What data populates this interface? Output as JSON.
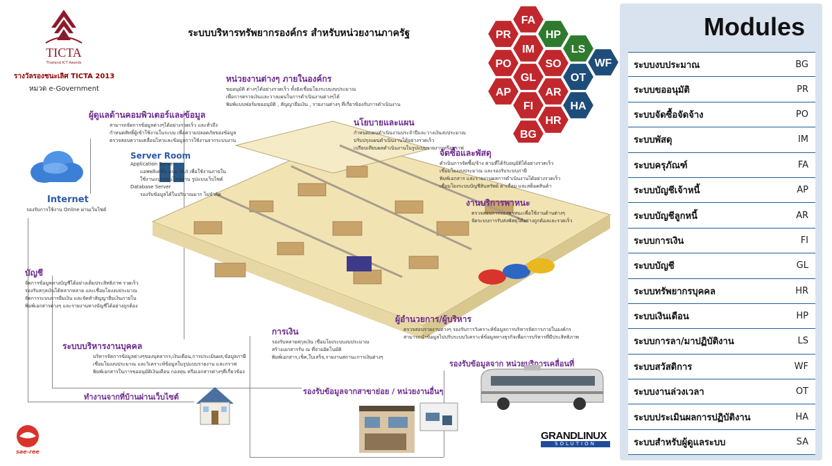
{
  "header": {
    "logo_text": "TICTA",
    "logo_sub": "Thailand ICT Awards",
    "award": "รางวัลรองชนะเลิศ TICTA 2013",
    "category": "หมวด e-Government",
    "title": "ระบบบริหารทรัพยากรองค์กร สำหรับหน่วยงานภาครัฐ"
  },
  "sections": {
    "internal_units": {
      "title": "หน่วยงานต่างๆ ภายในองค์กร",
      "lines": [
        "ขออนุมัติ ต่างๆได้อย่างรวดเร็ว ทั้งยังเชื่อมโยงระบบงบประมาณ",
        "เพื่อการตรวจเงินและวางแผนในการดำเนินงานต่างๆได้",
        "พิมพ์แบบฟอร์มขออนุมัติ , สัญญายืมเงิน , รายงานต่างๆ ที่เกี่ยวข้องกับการดำเนินงาน"
      ]
    },
    "it_admin": {
      "title": "ผู้ดูแลด้านคอมพิวเตอร์และข้อมูล",
      "lines": [
        "สามารถจัดการข้อมูลต่างๆได้อย่างรวดเร็ว และทั่วถึง",
        "กำหนดสิทธิ์ผู้เข้าใช้งานในระบบ เพื่อความปลอดภัยของข้อมูล",
        "ตรวจสอบความเคลื่อนไหวและข้อมูลการใช้งานจากระบบงาน"
      ]
    },
    "policy": {
      "title": "นโยบายและแผน",
      "lines": [
        "กำหนดแผนดำเนินงานประจำปีและวางเงินงบประมาณ",
        "ปรับปรุงแผนดำเนินงานได้อย่างรวดเร็ว",
        "เปรียบเทียบผลดำเนินงานในรูปแบบรายงานหรือกราฟ"
      ]
    },
    "server": {
      "title": "Server Room",
      "lines": [
        "Application Server",
        "แอพพลิเคชั่น แบบ GUI เพื่อใช้งานภายใน",
        "ใช้งานแบบออนไลน์ผ่าน รูปแบบเว็บไซต์",
        "Database Server",
        "รองรับข้อมูลได้ในปริมาณมาก ไม่จำกัด"
      ]
    },
    "procurement": {
      "title": "จัดซื้อและพัสดุ",
      "lines": [
        "ดำเนินการจัดซื้อ/จ้าง ตามที่ได้รับอนุมัติได้อย่างรวดเร็ว",
        "เชื่อมโยงงบประมาณ และรองรับระบบภาษี",
        "พิมพ์เอกสาร และรายงานผลการดำเนินงานได้อย่างรวดเร็ว",
        "เชื่อมโยงระบบบัญชีสินทรัพย์ ค่าเสื่อม และสต็อคสินค้า"
      ]
    },
    "internet": {
      "title": "Internet",
      "lines": [
        "รองรับการใช้งาน Online ผ่านเว็บไซต์"
      ]
    },
    "vehicle": {
      "title": "งานบริการพาหนะ",
      "lines": [
        "ตรวจสอบการจองพาหนะเพื่อใช้งานด้านต่างๆ",
        "จัดระบบการรับส่งพัสดุได้อย่างถูกต้องและรวดเร็ว"
      ]
    },
    "accounting": {
      "title": "บัญชี",
      "lines": [
        "จัดการข้อมูลทางบัญชีได้อย่างเต็มประสิทธิภาพ รวดเร็ว",
        "รองรับสกุลเงินได้หลากหลาย และเชื่อมโยงงบประมาณ",
        "จัดการระบบการยืมเงิน และจัดทำสัญญายืมเงินภายใน",
        "พิมพ์เอกสารต่างๆ และรายงานทางบัญชีได้อย่างถูกต้อง"
      ]
    },
    "director": {
      "title": "ผู้อำนวยการ/ผู้บริหาร",
      "lines": [
        "ตรวจสอบรายงานต่างๆ รองรับการวิเคราะห์ข้อมูลการบริหารจัดการภายในองค์กร",
        "สามารถนำข้อมูลไปปรับระบบวิเคราะห์ข้อมูลทางธุรกิจเพื่อการบริหารที่มีประสิทธิภาพ"
      ]
    },
    "finance": {
      "title": "การเงิน",
      "lines": [
        "รองรับหลายสกุลเงิน เชื่อมโยงระบบงบประมาณ",
        "สร้างเอกสารรับ ณ ที่จ่ายอัตโนมัติ",
        "พิมพ์เอกสาร,เช็ค,ใบเสร็จ,รายงานสถานะการเงินต่างๆ"
      ]
    },
    "hr": {
      "title": "ระบบบริหารงานบุคคล",
      "lines": [
        "บริหารจัดการข้อมูลต่างๆของบุคลากร,เงินเดือน,การประเมินผล,ข้อมูลภาษี",
        "เชื่อมโยงงบประมาณ และวิเคราะห์ข้อมูลในรูปแบบรายงาน และกราฟ",
        "พิมพ์เอกสารในการขออนุมัติเงินเดือน กองทุน หรือเอกสารต่างๆที่เกี่ยวข้อง"
      ]
    },
    "mobile": {
      "title": "รองรับข้อมูลจาก หน่วยบริการเคลื่อนที่"
    },
    "home": {
      "title": "ทำงานจากที่บ้านผ่านเว็บไซต์"
    },
    "branch": {
      "title": "รองรับข้อมูลจากสาขาย่อย / หน่วยงานอื่นๆ"
    }
  },
  "footer": {
    "left_logo": "sae-ree",
    "right_logo_top": "GRANDLINUX",
    "right_logo_bottom": "SOLUTION"
  },
  "hexagons": [
    {
      "code": "FA",
      "color": "#c0282d"
    },
    {
      "code": "PR",
      "color": "#c0282d"
    },
    {
      "code": "HP",
      "color": "#2f7a2f"
    },
    {
      "code": "IM",
      "color": "#c0282d"
    },
    {
      "code": "LS",
      "color": "#2f7a2f"
    },
    {
      "code": "WF",
      "color": "#1f4d7a"
    },
    {
      "code": "PO",
      "color": "#c0282d"
    },
    {
      "code": "SO",
      "color": "#c0282d"
    },
    {
      "code": "OT",
      "color": "#1f4d7a"
    },
    {
      "code": "GL",
      "color": "#c0282d"
    },
    {
      "code": "AP",
      "color": "#c0282d"
    },
    {
      "code": "AR",
      "color": "#c0282d"
    },
    {
      "code": "HA",
      "color": "#1f4d7a"
    },
    {
      "code": "FI",
      "color": "#c0282d"
    },
    {
      "code": "HR",
      "color": "#c0282d"
    },
    {
      "code": "BG",
      "color": "#c0282d"
    }
  ],
  "modules": {
    "title": "Modules",
    "items": [
      {
        "name": "ระบบงบประมาณ",
        "code": "BG"
      },
      {
        "name": "ระบบขออนุมัติ",
        "code": "PR"
      },
      {
        "name": "ระบบจัดซื้อจัดจ้าง",
        "code": "PO"
      },
      {
        "name": "ระบบพัสดุ",
        "code": "IM"
      },
      {
        "name": "ระบบครุภัณฑ์",
        "code": "FA"
      },
      {
        "name": "ระบบบัญชีเจ้าหนี้",
        "code": "AP"
      },
      {
        "name": "ระบบบัญชีลูกหนี้",
        "code": "AR"
      },
      {
        "name": "ระบบการเงิน",
        "code": "FI"
      },
      {
        "name": "ระบบบัญชี",
        "code": "GL"
      },
      {
        "name": "ระบบทรัพยากรบุคคล",
        "code": "HR"
      },
      {
        "name": "ระบบเงินเดือน",
        "code": "HP"
      },
      {
        "name": "ระบบการลา/มาปฏิบัติงาน",
        "code": "LS"
      },
      {
        "name": "ระบบสวัสดิการ",
        "code": "WF"
      },
      {
        "name": "ระบบงานล่วงเวลา",
        "code": "OT"
      },
      {
        "name": "ระบบประเมินผลการปฏิบัติงาน",
        "code": "HA"
      },
      {
        "name": "ระบบสำหรับผู้ดูแลระบบ",
        "code": "SA"
      }
    ]
  }
}
